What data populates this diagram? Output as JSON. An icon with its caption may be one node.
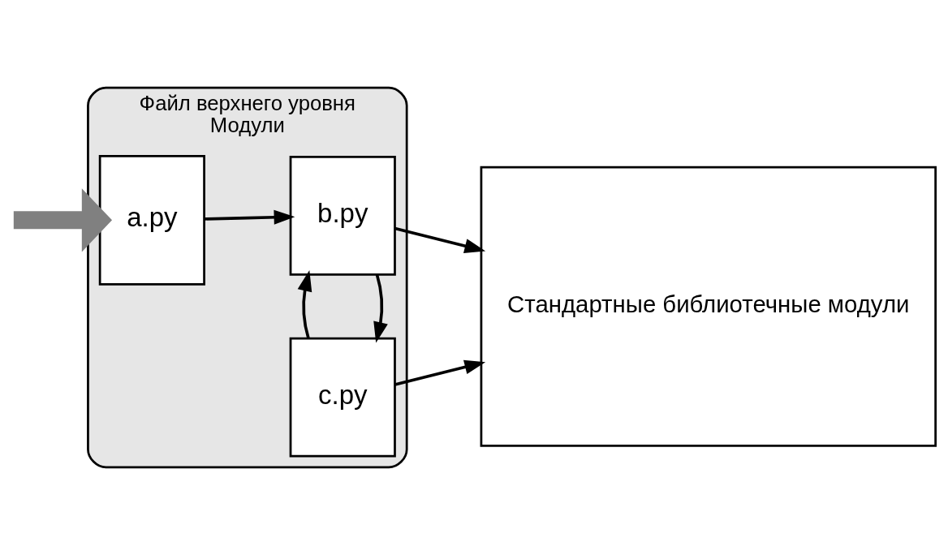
{
  "diagram": {
    "nodes": [
      {
        "text": [
          "Файл верхнего уровня",
          "Модули"
        ]
      },
      {
        "text": [
          "a.py"
        ],
        "in": 0
      },
      {
        "text": [
          "b.py"
        ],
        "in": 0
      },
      {
        "text": [
          "c.py"
        ],
        "in": 0
      },
      {
        "text": [
          "Стандартные библиотечные модули"
        ]
      }
    ],
    "edges": [
      {
        "from": null,
        "to": 1,
        "arrow": "to",
        "style": "thick",
        "color": "#808080"
      },
      {
        "from": 1,
        "to": 2,
        "arrow": "to"
      },
      {
        "from": 2,
        "to": 3,
        "arrow": "to"
      },
      {
        "from": 3,
        "to": 2,
        "arrow": "to"
      },
      {
        "from": 2,
        "to": 4,
        "arrow": "to"
      },
      {
        "from": 3,
        "to": 4,
        "arrow": "to"
      }
    ]
  }
}
